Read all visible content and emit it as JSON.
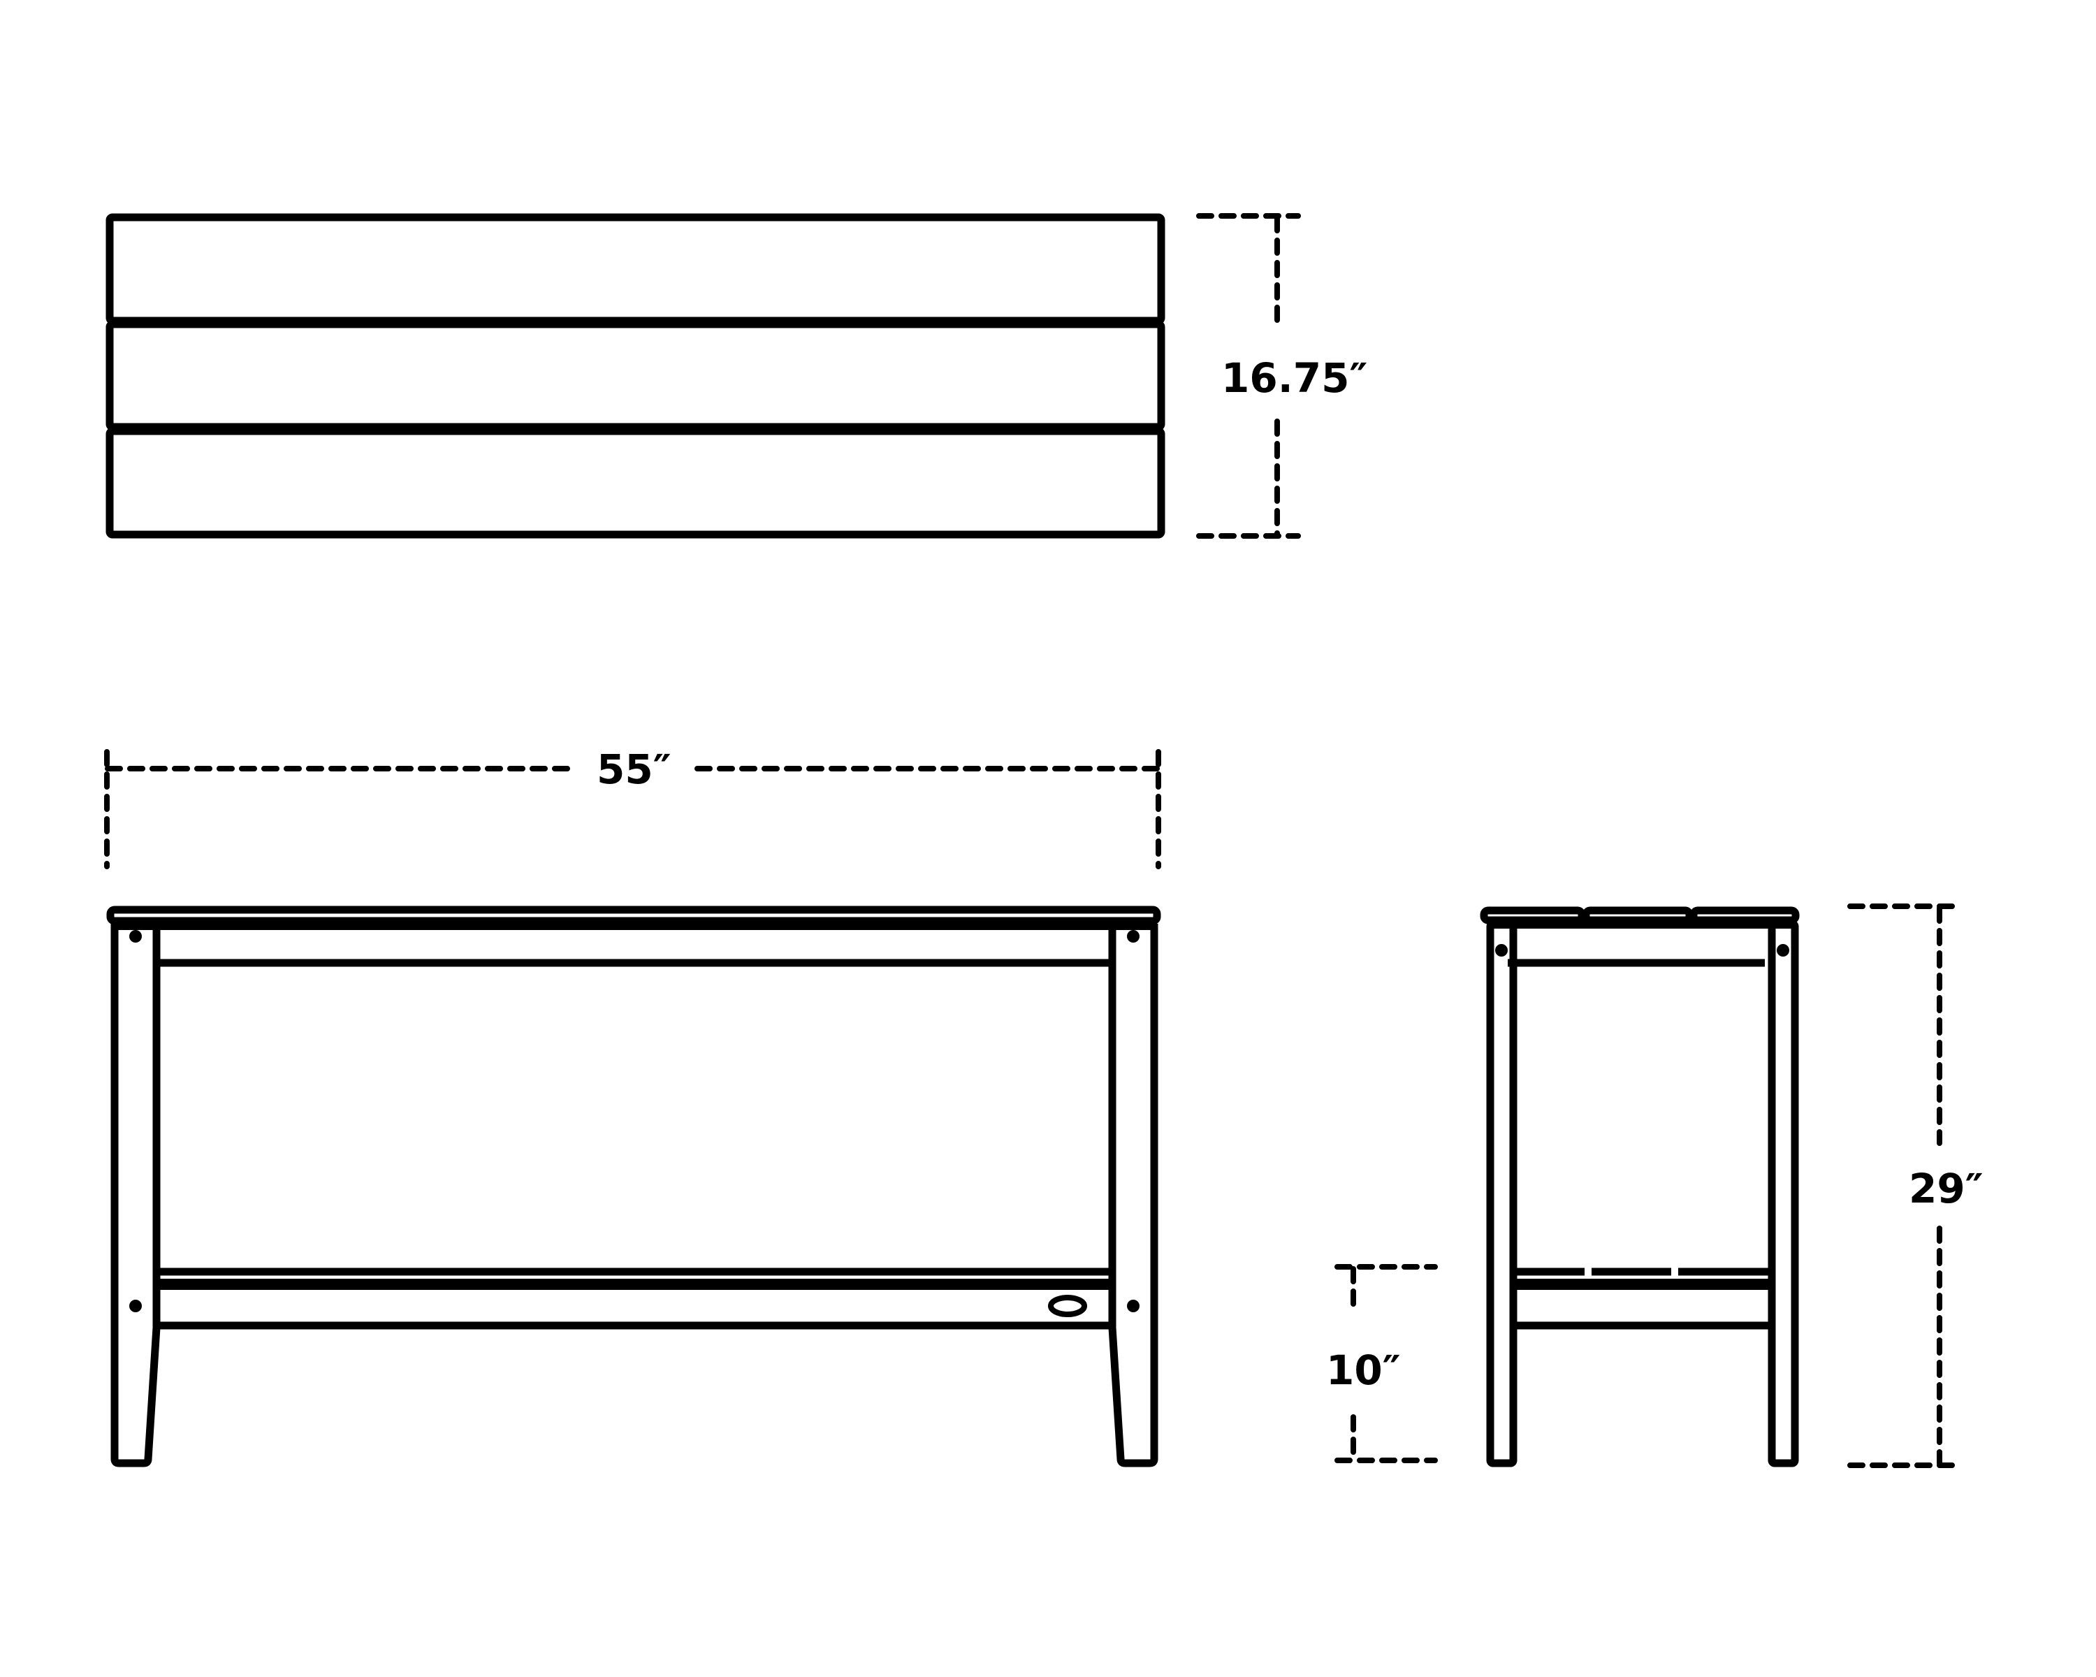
{
  "diagram": {
    "type": "product-dimension-drawing",
    "subject": "bench",
    "line_color": "#000000",
    "background": "#ffffff",
    "views": {
      "top_view": {
        "planks": 3,
        "depth_dimension": "16.75″"
      },
      "front_view": {
        "width_dimension": "55″"
      },
      "side_view": {
        "seat_planks": 3,
        "shelf_planks": 3,
        "height_dimension": "29″",
        "shelf_height_dimension": "10″"
      }
    }
  }
}
